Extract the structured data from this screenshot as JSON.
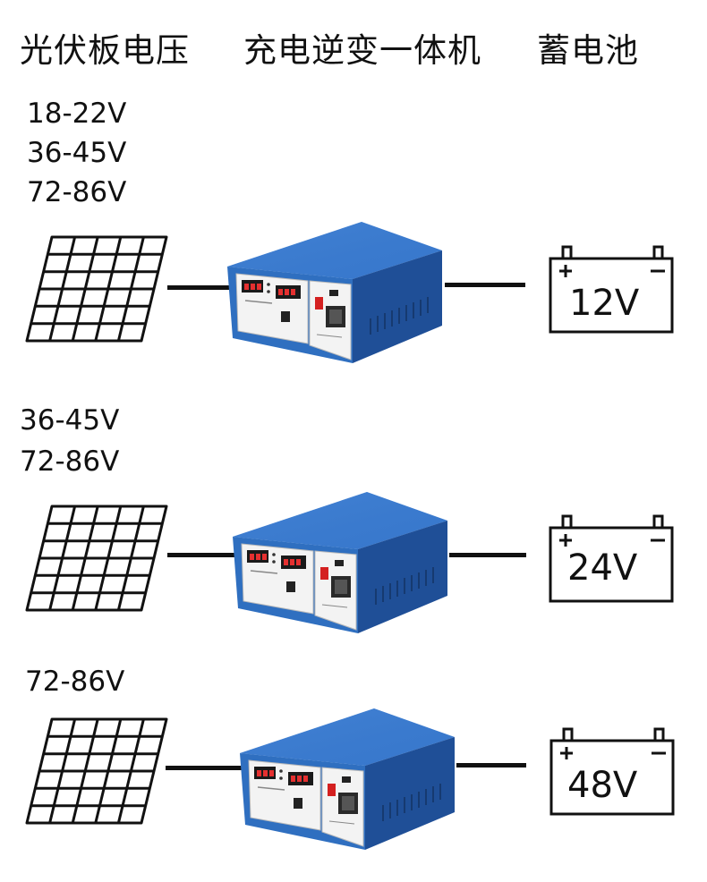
{
  "headers": {
    "solar_panel_voltage": "光伏板电压",
    "charge_inverter_unit": "充电逆变一体机",
    "battery": "蓄电池"
  },
  "rows": [
    {
      "panel_voltages": [
        "18-22V",
        "36-45V",
        "72-86V"
      ],
      "battery_voltage": "12V"
    },
    {
      "panel_voltages": [
        "36-45V",
        "72-86V"
      ],
      "battery_voltage": "24V"
    },
    {
      "panel_voltages": [
        "72-86V"
      ],
      "battery_voltage": "48V"
    }
  ],
  "colors": {
    "inverter_blue": "#2f6fc0",
    "inverter_dark": "#1f4f97",
    "faceplate": "#f3f3f3",
    "display": "#1a1a1a",
    "wire": "#111111"
  },
  "icons": [
    "solar-panel-icon",
    "inverter-device-icon",
    "battery-icon"
  ]
}
